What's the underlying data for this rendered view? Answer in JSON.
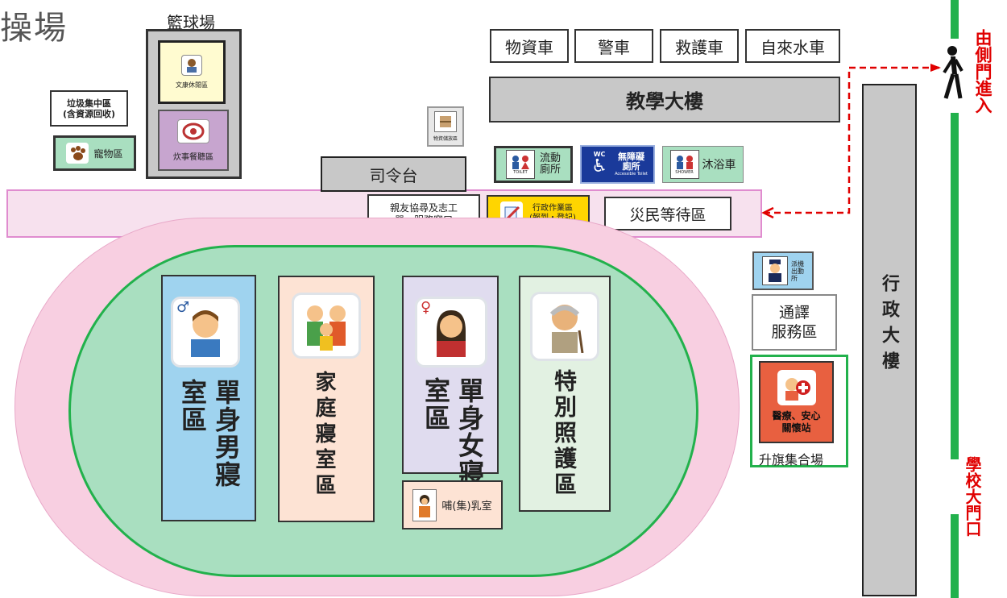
{
  "page_title_partial": "操場",
  "basketball": {
    "label": "籃球場",
    "rec_label": "文康休閒區",
    "dining_label": "炊事餐聽區"
  },
  "garbage_label": "垃圾集中區\n(含資源回收)",
  "pet_label": "寵物區",
  "supplies_label": "物資儲放區",
  "vehicles": [
    "物資車",
    "警車",
    "救護車",
    "自來水車"
  ],
  "teaching_building": "教學大樓",
  "mobile_toilet": "流動\n廁所",
  "accessible": {
    "title": "無障礙\n廁所",
    "en": "Accessible Toilet",
    "wc": "WC"
  },
  "shower": {
    "label": "沐浴車",
    "en": "SHOWER"
  },
  "toilet_en": "TOILET",
  "stage_label": "司令台",
  "volunteer_label": "親友協尋及志工\n單一服務窗口",
  "admin_label": "行政作業區\n(報到・登記)",
  "waiting_label": "災民等待區",
  "police_label": "派機\n出動\n所",
  "interpret_label": "通譯\n服務區",
  "medical_label": "醫療、安心\n關懷站",
  "flag_label": "升旗集合場",
  "admin_building": "行政大樓",
  "side_gate": "由側門進入",
  "main_gate": "學校大門口",
  "zones": {
    "male": "單身男寢室區",
    "family": "家庭寢室區",
    "female": "單身女寢室區",
    "special": "特別照護區"
  },
  "nursing_label": "哺(集)乳室",
  "icons": {
    "male_symbol": "♂",
    "female_symbol": "♀"
  },
  "colors": {
    "pink_band": "#f7e1ee",
    "pink_border": "#e08ccf",
    "track": "#f8cfe1",
    "field": "#a9dfc0",
    "field_border": "#22b14c",
    "male_bg": "#9fd3ef",
    "family_bg": "#fde3d4",
    "female_bg": "#e0dcef",
    "special_bg": "#e2f1e2",
    "admin_yellow": "#ffd500",
    "gate_green": "#22b14c",
    "red": "#e00000"
  }
}
